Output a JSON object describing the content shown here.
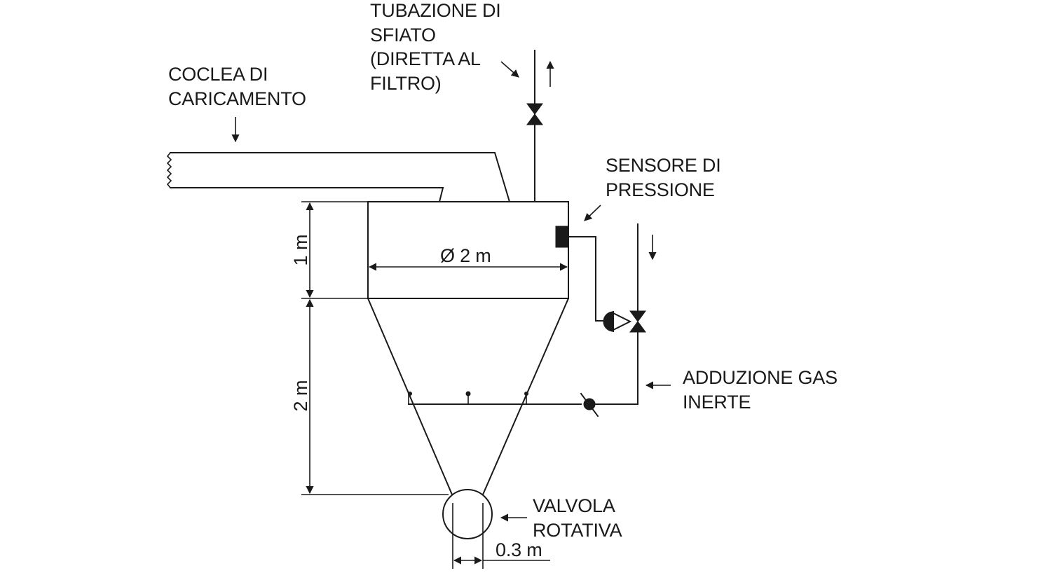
{
  "labels": {
    "vent_pipe": [
      "TUBAZIONE DI",
      "SFIATO",
      "(DIRETTA AL",
      "FILTRO)"
    ],
    "loading_screw": [
      "COCLEA DI",
      "CARICAMENTO"
    ],
    "pressure_sensor": [
      "SENSORE DI",
      "PRESSIONE"
    ],
    "inert_gas_supply": [
      "ADDUZIONE GAS",
      "INERTE"
    ],
    "rotary_valve": [
      "VALVOLA",
      "ROTATIVA"
    ]
  },
  "dimensions": {
    "diameter": "Ø 2 m",
    "cylinder_height": "1 m",
    "cone_height": "2 m",
    "outlet_width": "0.3 m"
  }
}
